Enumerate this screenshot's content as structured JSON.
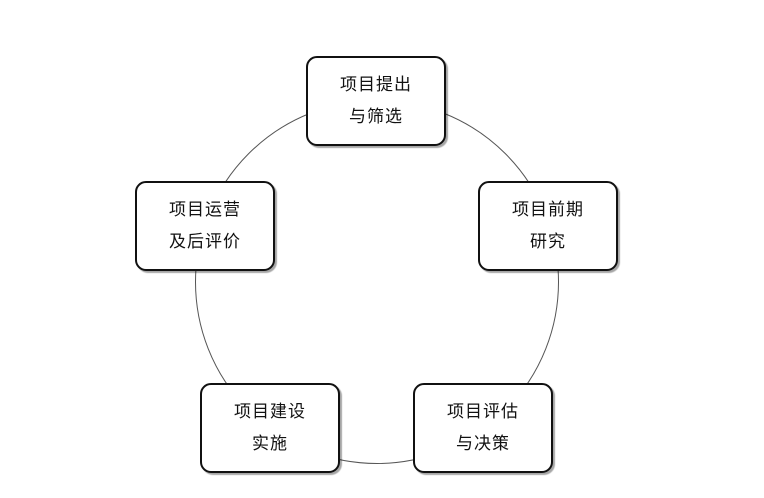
{
  "diagram": {
    "nodes": [
      {
        "line1": "项目提出",
        "line2": "与筛选"
      },
      {
        "line1": "项目前期",
        "line2": "研究"
      },
      {
        "line1": "项目评估",
        "line2": "与决策"
      },
      {
        "line1": "项目建设",
        "line2": "实施"
      },
      {
        "line1": "项目运营",
        "line2": "及后评价"
      }
    ]
  }
}
